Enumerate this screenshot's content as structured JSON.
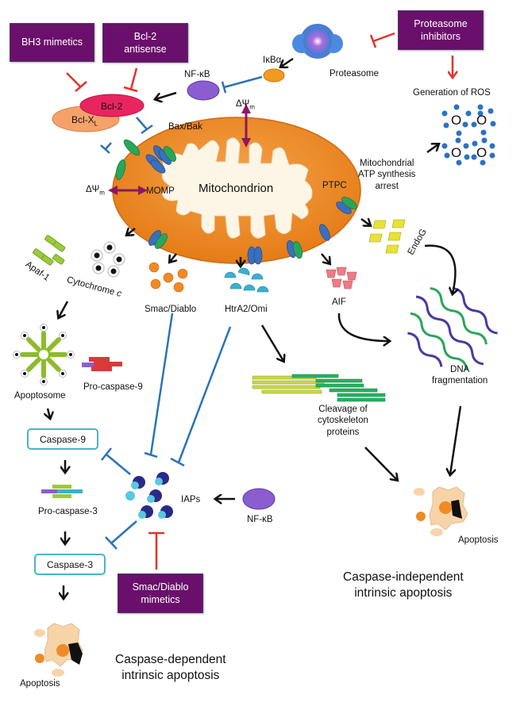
{
  "drugs": {
    "bh3": "BH3 mimetics",
    "bcl2_antisense": [
      "Bcl-2",
      "antisense"
    ],
    "proteasome_inhibitors": [
      "Proteasome",
      "inhibitors"
    ],
    "smac_mimetics": [
      "Smac/Diablo",
      "mimetics"
    ]
  },
  "proteins": {
    "bcl2": "Bcl-2",
    "bclxl": "Bcl-X",
    "bclxl_sub": "L",
    "nfkb_top": "NF-κB",
    "ikba": "IκBα",
    "proteasome": "Proteasome",
    "bax_bak": "Bax/Bak",
    "nfkb_bottom": "NF-κB",
    "iaps": "IAPs"
  },
  "mitochondrion": {
    "title": "Mitochondrion",
    "momp": "MOMP",
    "ptpc": "PTPC",
    "delta_psi": "ΔΨ",
    "delta_psi_sub": "m"
  },
  "ros": {
    "title": "Generation of ROS",
    "atp_arrest": [
      "Mitochondrial",
      "ATP synthesis",
      "arrest"
    ],
    "symbol": "O"
  },
  "released": {
    "apaf1": "Apaf-1",
    "cytochrome": "Cytochrome",
    "cytochrome_c": "c",
    "smac": "Smac/Diablo",
    "htra2": "HtrA2/Omi",
    "aif": "AIF",
    "endog": "EndoG"
  },
  "caspase_path": {
    "apoptosome": "Apoptosome",
    "procasp9": "Pro-caspase-9",
    "casp9": "Caspase-9",
    "procasp3": "Pro-caspase-3",
    "casp3": "Caspase-3",
    "apoptosis": "Apoptosis",
    "title": [
      "Caspase-dependent",
      "intrinsic apoptosis"
    ]
  },
  "independent_path": {
    "dna_frag": [
      "DNA",
      "fragmentation"
    ],
    "cytoskeleton": [
      "Cleavage of",
      "cytoskeleton",
      "proteins"
    ],
    "apoptosis": "Apoptosis",
    "title": [
      "Caspase-independent",
      "intrinsic apoptosis"
    ]
  },
  "colors": {
    "drug_box": "#6a0f6b",
    "inhibit_red": "#e0342a",
    "inhibit_blue": "#2b73b8",
    "mito_orange": "#f08a24",
    "mito_matrix": "#fdf6e6",
    "caspase_border": "#4ab3cc"
  }
}
